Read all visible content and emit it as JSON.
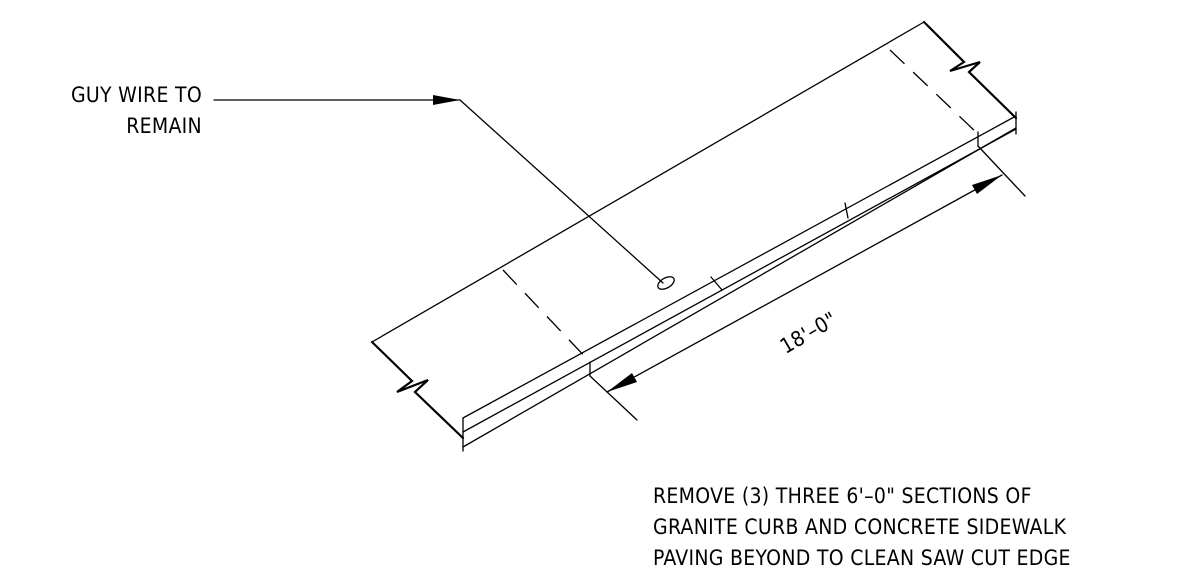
{
  "labels": {
    "guy_wire_line1": "GUY WIRE TO",
    "guy_wire_line2": "REMAIN",
    "dimension": "18'–0\"",
    "note_line1": "REMOVE (3) THREE 6'–0\" SECTIONS OF",
    "note_line2": "GRANITE CURB AND CONCRETE SIDEWALK",
    "note_line3": "PAVING BEYOND TO CLEAN SAW CUT EDGE"
  },
  "colors": {
    "line": "#000000",
    "background": "#ffffff"
  }
}
